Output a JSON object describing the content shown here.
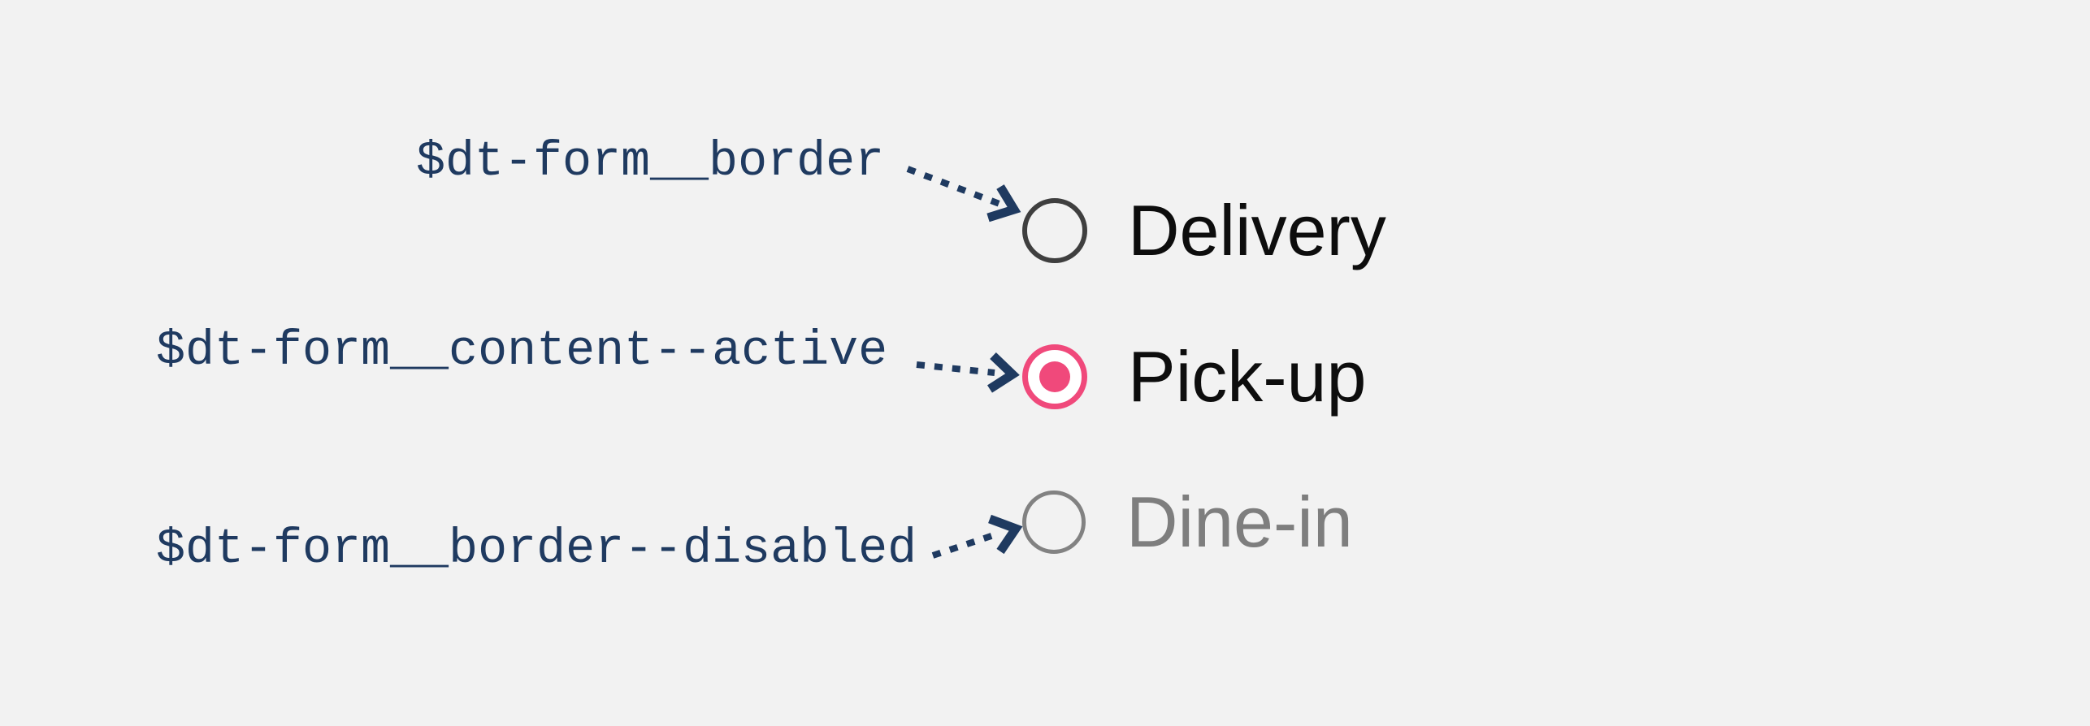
{
  "page": {
    "background": "#F2F2F2",
    "kind": "design-token-annotation-spec"
  },
  "colors": {
    "bg": "#F2F2F2",
    "navy": "#1F3A60",
    "pink": "#F0497B",
    "radio_border": "#3F3F3F",
    "radio_border_disabled": "#828282",
    "label": "#0D0D0D",
    "label_disabled": "#7E7E7E"
  },
  "annotations": [
    {
      "token": "$dt-form__border",
      "points_to": "Delivery",
      "arrow": "dotted-diagonal-down"
    },
    {
      "token": "$dt-form__content--active",
      "points_to": "Pick-up",
      "arrow": "dotted-horizontal"
    },
    {
      "token": "$dt-form__border--disabled",
      "points_to": "Dine-in",
      "arrow": "dotted-diagonal-up"
    }
  ],
  "radio_group": {
    "options": [
      {
        "label": "Delivery",
        "state": "default",
        "selected": false
      },
      {
        "label": "Pick-up",
        "state": "active",
        "selected": true
      },
      {
        "label": "Dine-in",
        "state": "disabled",
        "selected": false
      }
    ]
  }
}
